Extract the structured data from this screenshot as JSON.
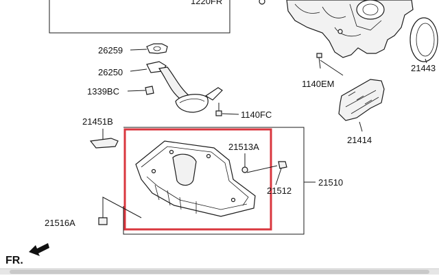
{
  "diagram": {
    "labels": {
      "p1220": "1220FR",
      "p26259": "26259",
      "p26250": "26250",
      "p1339bc": "1339BC",
      "p1140fc": "1140FC",
      "p21451b": "21451B",
      "p21513a": "21513A",
      "p21512": "21512",
      "p21510": "21510",
      "p21516a": "21516A",
      "p1140em": "1140EM",
      "p21414": "21414",
      "p21443": "21443",
      "fr": "FR."
    },
    "highlight_color": "#d9363e"
  }
}
